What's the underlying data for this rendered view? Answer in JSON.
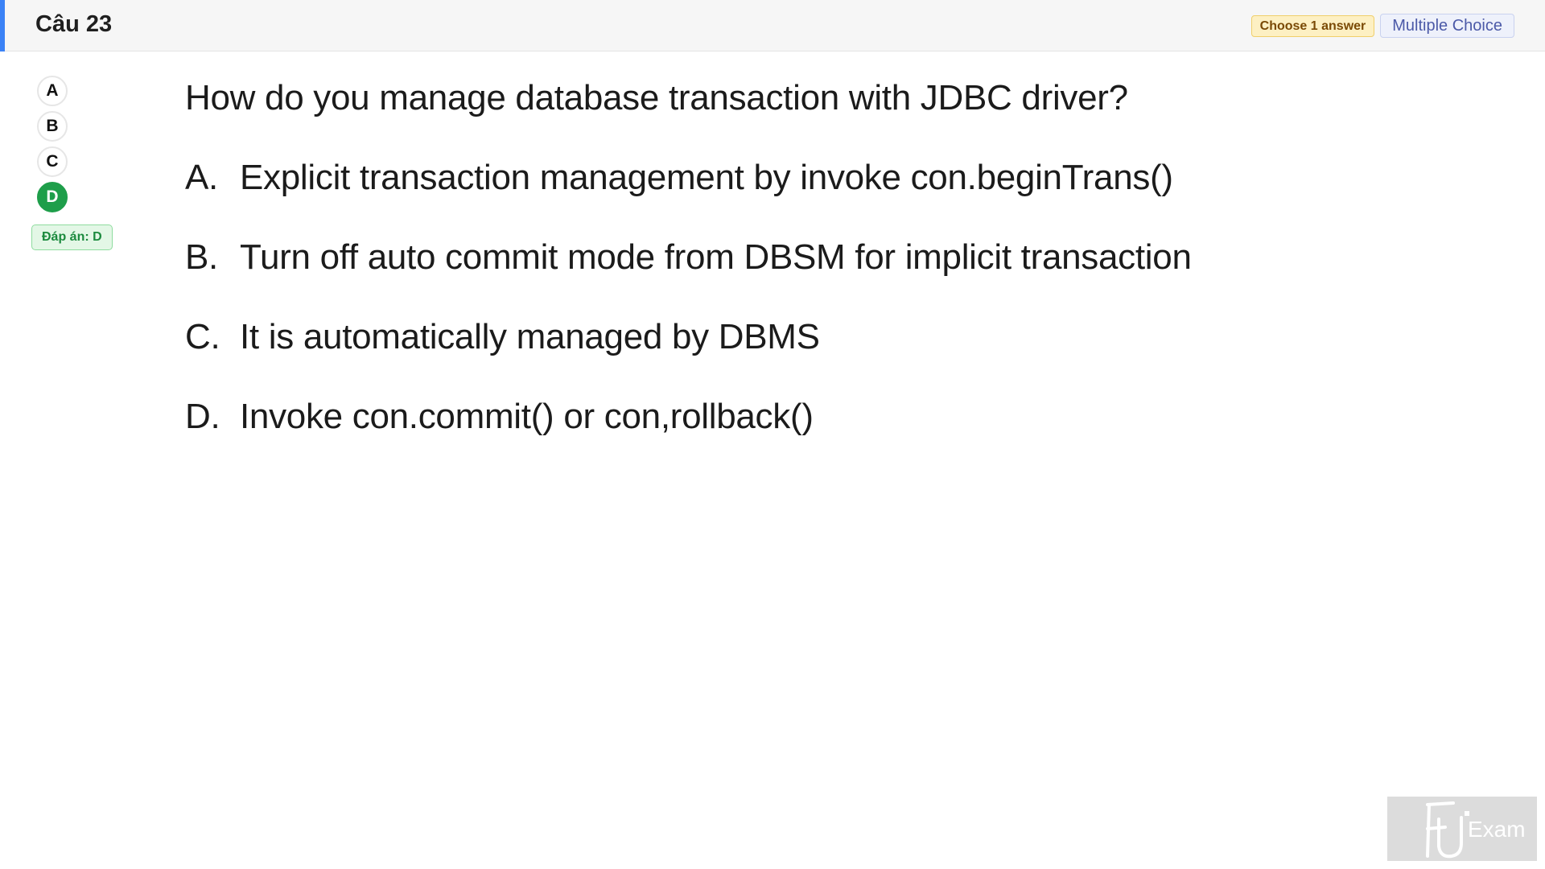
{
  "header": {
    "title": "Câu 23",
    "choose_badge": "Choose 1 answer",
    "type_badge": "Multiple Choice"
  },
  "selector": {
    "options": [
      "A",
      "B",
      "C",
      "D"
    ],
    "selected": "D",
    "answer_label": "Đáp án: D"
  },
  "question": {
    "text": "How do you manage database transaction with JDBC driver?",
    "choices": [
      {
        "letter": "A.",
        "text": "Explicit transaction management by invoke con.beginTrans()"
      },
      {
        "letter": "B.",
        "text": "Turn off auto commit mode from DBSM for implicit transaction"
      },
      {
        "letter": "C.",
        "text": "It is automatically managed by DBMS"
      },
      {
        "letter": "D.",
        "text": "Invoke con.commit() or con,rollback()"
      }
    ]
  },
  "watermark": {
    "text": "Exam",
    "logo": "fu-exam-logo"
  },
  "colors": {
    "accent": "#3b82f6",
    "selected": "#1e9e4a",
    "choose_badge_bg": "#fdf0c3",
    "type_badge_bg": "#eef1fb"
  }
}
